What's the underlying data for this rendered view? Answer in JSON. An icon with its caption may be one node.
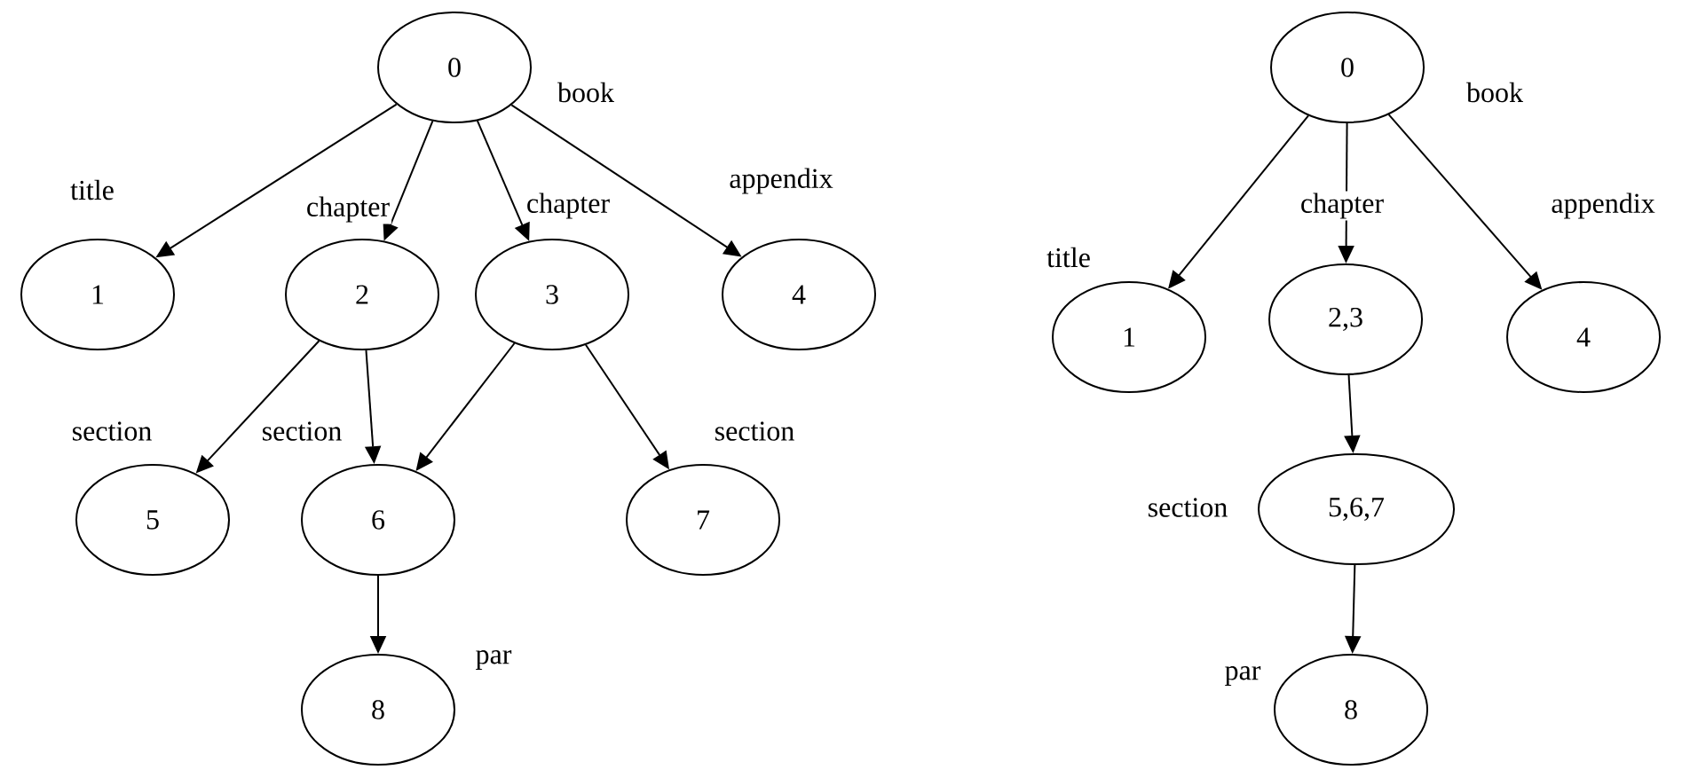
{
  "diagram": {
    "nodes": [
      {
        "text": [
          "0"
        ],
        "beside": [
          "book"
        ]
      },
      {
        "text": [
          "1"
        ]
      },
      {
        "text": [
          "2"
        ]
      },
      {
        "text": [
          "3"
        ]
      },
      {
        "text": [
          "4"
        ]
      },
      {
        "text": [
          "5"
        ]
      },
      {
        "text": [
          "6"
        ]
      },
      {
        "text": [
          "7"
        ]
      },
      {
        "text": [
          "8"
        ]
      },
      {
        "text": [
          "0"
        ],
        "beside": [
          "book"
        ]
      },
      {
        "text": [
          "1"
        ]
      },
      {
        "text": [
          "2,3"
        ]
      },
      {
        "text": [
          "4"
        ]
      },
      {
        "text": [
          "5,6,7"
        ]
      },
      {
        "text": [
          "8"
        ]
      }
    ],
    "edges": [
      {
        "from": 0,
        "to": 1,
        "arrow": "to",
        "label": "title"
      },
      {
        "from": 0,
        "to": 2,
        "arrow": "to",
        "label": "chapter"
      },
      {
        "from": 0,
        "to": 3,
        "arrow": "to",
        "label": "chapter"
      },
      {
        "from": 0,
        "to": 4,
        "arrow": "to",
        "label": "appendix"
      },
      {
        "from": 2,
        "to": 5,
        "arrow": "to",
        "label": "section"
      },
      {
        "from": 2,
        "to": 6,
        "arrow": "to",
        "label": "section"
      },
      {
        "from": 3,
        "to": 6,
        "arrow": "to"
      },
      {
        "from": 3,
        "to": 7,
        "arrow": "to",
        "label": "section"
      },
      {
        "from": 6,
        "to": 8,
        "arrow": "to",
        "label": "par"
      },
      {
        "from": 9,
        "to": 10,
        "arrow": "to",
        "label": "title"
      },
      {
        "from": 9,
        "to": 11,
        "arrow": "to",
        "label": "chapter"
      },
      {
        "from": 9,
        "to": 12,
        "arrow": "to",
        "label": "appendix"
      },
      {
        "from": 11,
        "to": 13,
        "arrow": "to",
        "label": "section"
      },
      {
        "from": 13,
        "to": 14,
        "arrow": "to",
        "label": "par"
      }
    ]
  }
}
